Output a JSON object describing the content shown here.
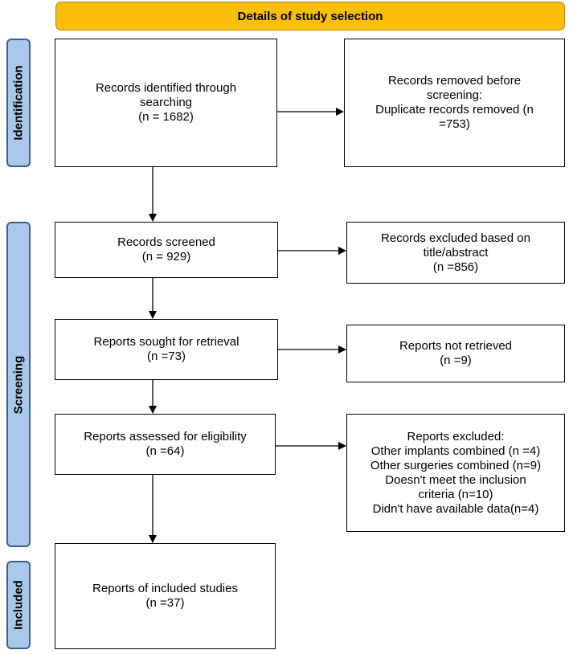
{
  "header": {
    "title": "Details of study selection"
  },
  "stages": {
    "identification": "Identification",
    "screening": "Screening",
    "included": "Included"
  },
  "boxes": {
    "records_identified": [
      "Records identified through",
      "searching",
      "(n = 1682)"
    ],
    "records_removed": [
      "Records removed before",
      "screening:",
      "Duplicate records removed (n",
      "=753)"
    ],
    "records_screened": [
      "Records screened",
      "(n = 929)"
    ],
    "records_excluded": [
      "Records excluded based on",
      "title/abstract",
      "(n =856)"
    ],
    "reports_sought": [
      "Reports sought for retrieval",
      "(n =73)"
    ],
    "reports_not_retrieved": [
      "Reports not retrieved",
      "(n =9)"
    ],
    "reports_assessed": [
      "Reports assessed for eligibility",
      "(n =64)"
    ],
    "reports_excluded": [
      "Reports excluded:",
      "Other implants combined (n =4)",
      "Other surgeries combined (n=9)",
      "Doesn't meet the inclusion",
      "criteria (n=10)",
      "Didn't have available data(n=4)"
    ],
    "included_studies": [
      "Reports of included studies",
      "(n =37)"
    ]
  }
}
